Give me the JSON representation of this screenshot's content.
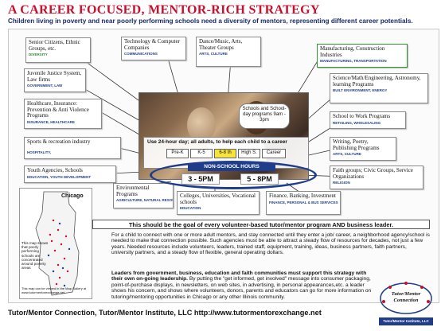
{
  "title": "A CAREER FOCUSED, MENTOR-RICH STRATEGY",
  "subtitle": "Children living in poverty and near poorly performing schools need a diversity of mentors, representing different career potentials.",
  "colors": {
    "title": "#c8102e",
    "navy": "#1f3d8a",
    "green": "#2d8a2d",
    "highlight": "#f6e43a"
  },
  "boxes": {
    "senior": {
      "label": "Senior Citizens, Ethnic Groups, etc.",
      "cat": "DIVERSITY"
    },
    "tech": {
      "label": "Technology & Computer Companies",
      "cat": "COMMUNICATIONS"
    },
    "dance": {
      "label": "Dance/Music, Arts, Theater Groups",
      "cat": "ARTS, CULTURE"
    },
    "manufacturing": {
      "label": "Manufacturing, Construction Industries",
      "cat": "MANUFACTURING, TRANSPORTATION"
    },
    "juvenile": {
      "label": "Juvenile Justice System, Law firms",
      "cat": "GOVERNMENT, LAW"
    },
    "science": {
      "label": "Science/Math/Engineering, Astronomy, learning Programs",
      "cat": "BUILT ENVIRONMENT, ENERGY"
    },
    "healthcare": {
      "label": "Healthcare, Insurance: Prevention & Anti Violence Programs",
      "cat": "INSURANCE, HEALTHCARE"
    },
    "schooltowork": {
      "label": "School to Work Programs",
      "cat": "RETAILING, WHOLESALING"
    },
    "sports": {
      "label": "Sports & recreation industry",
      "cat": "HOSPITALITY,"
    },
    "writing": {
      "label": "Writing, Poetry, Publishing Programs",
      "cat": "ARTS, CULTURE"
    },
    "youth": {
      "label": "Youth Agencies, Schools",
      "cat": "EDUCATION, YOUTH DEVELOPMENT"
    },
    "faith": {
      "label": "Faith groups; Civic Groups, Service Organizations",
      "cat": "RELIGION"
    },
    "environmental": {
      "label": "Environmental Programs",
      "cat": "AGRICULTURE, NATURAL RESOURCES"
    },
    "colleges": {
      "label": "Colleges, Universities, Vocational schools",
      "cat": "EDUCATION"
    },
    "finance": {
      "label": "Finance, Banking, Investment",
      "cat": "FINANCE, PERSONAL & BUS SERVICES"
    }
  },
  "center": {
    "schoolday": "Schools and School-day programs 9am - 3pm",
    "use24": "Use 24-hour day; all adults, to help each child to a career",
    "grades": [
      "Pre-K",
      "K-5",
      "6-8 th",
      "High S.",
      "Career"
    ],
    "nonschool": "NON-SCHOOL HOURS",
    "hour1": "3 - 5PM",
    "hour2": "5 - 8PM"
  },
  "goal": "This should be the goal of every volunteer-based tutor/mentor program AND business leader.",
  "para1": "For a child to connect with one or more adult mentors, and stay connected until they enter a job/ career, a neighborhood agency/school is needed to make that connection possible. Such agencies must be able to attract a steady flow of resources for decades, not just a few years. Needed resources include volunteers, leaders, trained staff, equipment, training, ideas, business partners, faith partners, university partners, and a steady flow of flexible, general operating dollars.",
  "para2_bold": "Leaders from government, business, education and faith communities must support this strategy with their own on-going leadership.",
  "para2_rest": " By putting the \"get informed, get involved\" message into consumer packaging, point-of-purchase displays, in newsletters, on web sites, in advertising, in personal appearances,etc. a leader shows his concern, and shows where volunteers, donors, parents and educators can go for more information on tutoring/mentoring opportunities in Chicago or any other Illinois community.",
  "map": {
    "label": "Chicago",
    "note": "This map shows that poorly performing schools are concentrated around poverty areas",
    "caption": "This map can be viewed in the Map Gallery at www.tutormentorexchange.net"
  },
  "footer": "Tutor/Mentor Connection, Tutor/Mentor Institute, LLC http://www.tutormentorexchange.net",
  "logo": {
    "line1": "Tutor/Mentor",
    "line2": "Connection",
    "line3": "Tutor/Mentor Institute, LLC"
  }
}
